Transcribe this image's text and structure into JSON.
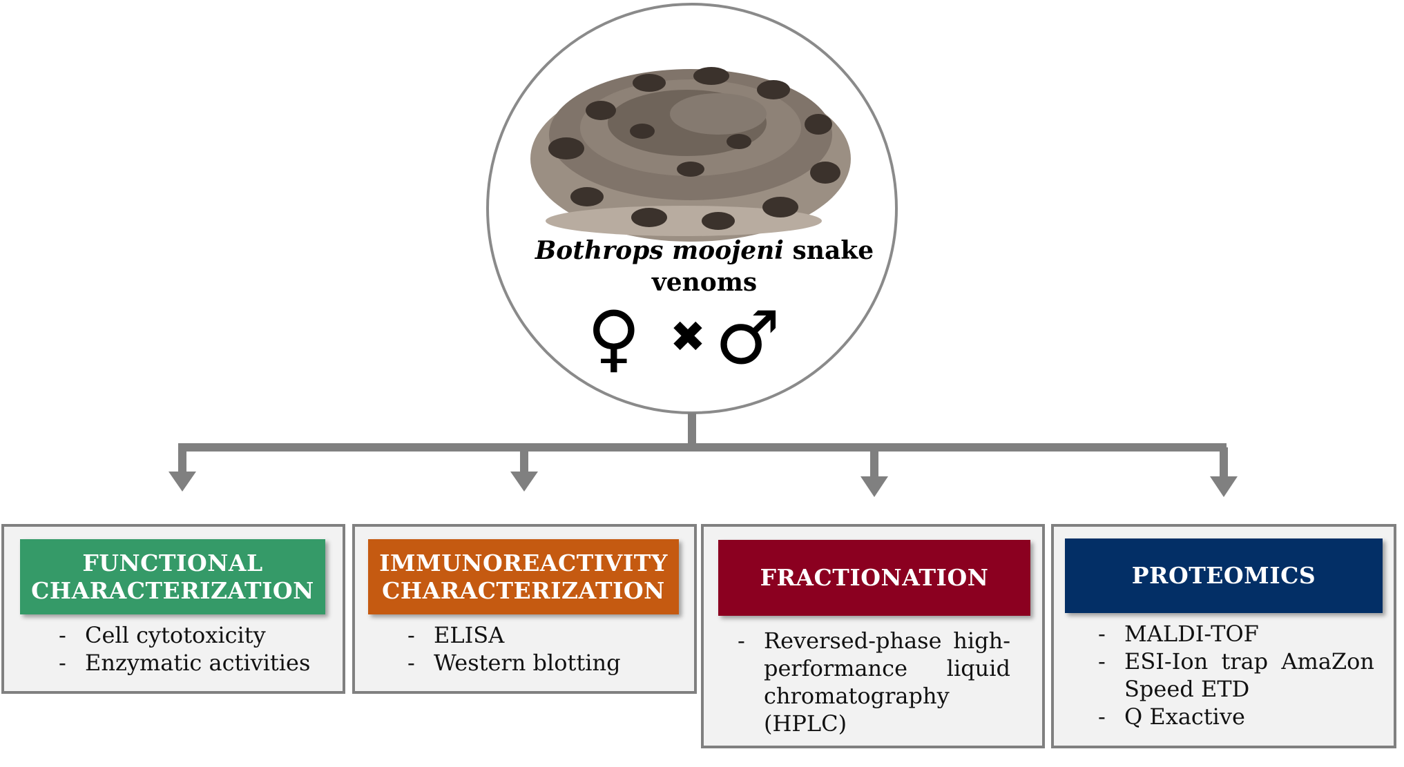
{
  "center": {
    "title_italic": "Bothrops moojeni",
    "title_rest": " snake venoms",
    "female_symbol": "♀",
    "cross_symbol": "✖",
    "male_symbol": "♂"
  },
  "icons": {
    "snake": "snake-photo-icon",
    "female": "female-symbol-icon",
    "cross": "cross-icon",
    "male": "male-symbol-icon",
    "arrow": "arrow-down-icon"
  },
  "colors": {
    "connector": "#808080",
    "panel_bg": "#f2f2f2",
    "panel_border": "#808080",
    "functional": "#359a68",
    "immunoreactivity": "#c55a11",
    "fractionation": "#8b0020",
    "proteomics": "#032f66"
  },
  "panels": [
    {
      "header_line1": "FUNCTIONAL",
      "header_line2": "CHARACTERIZATION",
      "items": [
        "Cell cytotoxicity",
        "Enzymatic activities"
      ]
    },
    {
      "header_line1": "IMMUNOREACTIVITY",
      "header_line2": "CHARACTERIZATION",
      "items": [
        "ELISA",
        "Western blotting"
      ]
    },
    {
      "header_line1": "FRACTIONATION",
      "header_line2": "",
      "items": [
        "Reversed-phase high-performance liquid chromatography (HPLC)"
      ]
    },
    {
      "header_line1": "PROTEOMICS",
      "header_line2": "",
      "items": [
        "MALDI-TOF",
        "ESI-Ion trap AmaZon Speed ETD",
        "Q Exactive"
      ]
    }
  ],
  "list_dash": "-"
}
